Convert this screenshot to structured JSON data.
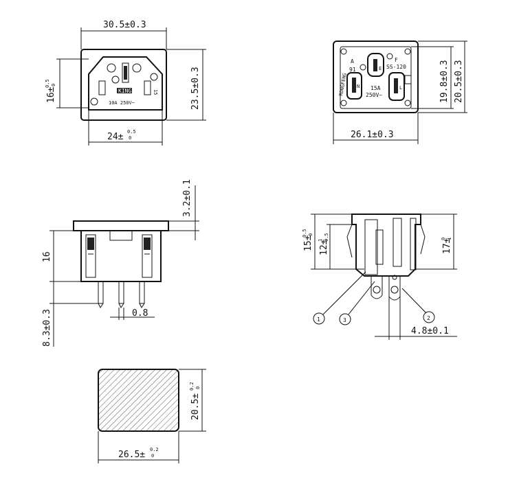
{
  "views": {
    "front_c14": {
      "width": "30.5±0.3",
      "height": "23.5±0.3",
      "pin_offset": "16±",
      "pin_offset_tol_top": "0.5",
      "pin_offset_tol_bot": "0",
      "bottom_width": "24±",
      "bottom_tol_top": "0.5",
      "bottom_tol_bot": "0",
      "rating": "10A 250V~",
      "side_text": "15",
      "brand": "KING"
    },
    "front_ss120": {
      "width": "26.1±0.3",
      "height_inner": "19.8±0.3",
      "height_outer": "20.5±0.3",
      "model": "SS-120",
      "brand": "RONGFENG",
      "rating_amp": "15A",
      "rating_volt": "250V~",
      "letter_a": "A",
      "letter_f": "F",
      "letter_n": "N",
      "letter_l": "L",
      "letter_e": "E",
      "mark_91": "91"
    },
    "side_c14": {
      "flange": "3.2±0.1",
      "height": "16",
      "pin_length": "8.3±0.3",
      "pin_thickness": "0.8"
    },
    "side_ss120": {
      "outer": "15±",
      "outer_tol_top": "0.5",
      "outer_tol_bot": "0",
      "inner": "12±",
      "inner_tol_top": "1",
      "inner_tol_bot": "0.5",
      "right": "17±",
      "right_tol_top": "0",
      "right_tol_bot": "1",
      "pin_pitch": "4.8±0.1",
      "callout_1": "1",
      "callout_2": "2",
      "callout_3": "3"
    },
    "cutout": {
      "width": "26.5±",
      "width_tol_top": "0.2",
      "width_tol_bot": "0",
      "height": "20.5±",
      "height_tol_top": "0.2",
      "height_tol_bot": "0"
    }
  }
}
